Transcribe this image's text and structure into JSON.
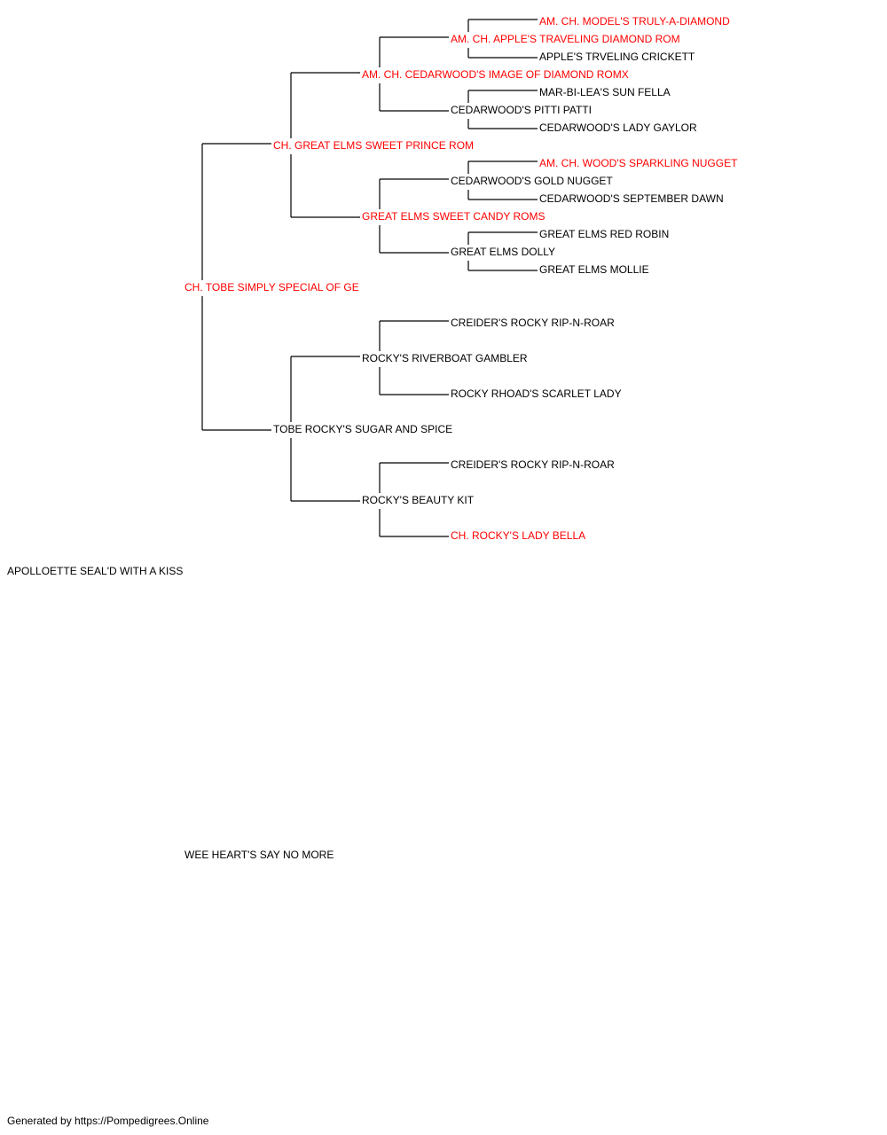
{
  "colors": {
    "champion": "#ff0000",
    "normal": "#000000",
    "line": "#000000"
  },
  "pedigree": [
    {
      "id": "root",
      "name": "APOLLOETTE SEAL'D WITH A KISS",
      "champion": false
    },
    {
      "id": "s",
      "name": "CH. TOBE SIMPLY SPECIAL OF GE",
      "champion": true
    },
    {
      "id": "d",
      "name": "WEE HEART'S SAY NO MORE",
      "champion": false
    },
    {
      "id": "ss",
      "name": "CH. GREAT ELMS SWEET PRINCE ROM",
      "champion": true
    },
    {
      "id": "sd",
      "name": "TOBE ROCKY'S SUGAR AND SPICE",
      "champion": false
    },
    {
      "id": "sss",
      "name": "AM. CH. CEDARWOOD'S IMAGE OF DIAMOND ROMX",
      "champion": true
    },
    {
      "id": "ssd",
      "name": "GREAT ELMS SWEET CANDY ROMS",
      "champion": true
    },
    {
      "id": "sds",
      "name": "ROCKY'S RIVERBOAT GAMBLER",
      "champion": false
    },
    {
      "id": "sdd",
      "name": "ROCKY'S BEAUTY KIT",
      "champion": false
    },
    {
      "id": "ssss",
      "name": "AM. CH. APPLE'S TRAVELING DIAMOND ROM",
      "champion": true
    },
    {
      "id": "sssd",
      "name": "CEDARWOOD'S PITTI PATTI",
      "champion": false
    },
    {
      "id": "ssds",
      "name": "CEDARWOOD'S GOLD NUGGET",
      "champion": false
    },
    {
      "id": "ssdd",
      "name": "GREAT ELMS DOLLY",
      "champion": false
    },
    {
      "id": "sdss",
      "name": "CREIDER'S ROCKY RIP-N-ROAR",
      "champion": false
    },
    {
      "id": "sdsd",
      "name": "ROCKY RHOAD'S SCARLET LADY",
      "champion": false
    },
    {
      "id": "sdds",
      "name": "CREIDER'S ROCKY RIP-N-ROAR",
      "champion": false
    },
    {
      "id": "sddd",
      "name": "CH. ROCKY'S LADY BELLA",
      "champion": true
    },
    {
      "id": "sssss",
      "name": "AM. CH. MODEL'S TRULY-A-DIAMOND",
      "champion": true
    },
    {
      "id": "ssssd",
      "name": "APPLE'S TRVELING CRICKETT",
      "champion": false
    },
    {
      "id": "sssds",
      "name": "MAR-BI-LEA'S SUN FELLA",
      "champion": false
    },
    {
      "id": "sssdd",
      "name": "CEDARWOOD'S LADY GAYLOR",
      "champion": false
    },
    {
      "id": "ssdss",
      "name": "AM. CH. WOOD'S SPARKLING NUGGET",
      "champion": true
    },
    {
      "id": "ssdsd",
      "name": "CEDARWOOD'S SEPTEMBER DAWN",
      "champion": false
    },
    {
      "id": "ssdds",
      "name": "GREAT ELMS RED ROBIN",
      "champion": false
    },
    {
      "id": "ssddd",
      "name": "GREAT ELMS MOLLIE",
      "champion": false
    }
  ],
  "footer": "Generated by https://Pompedigrees.Online"
}
